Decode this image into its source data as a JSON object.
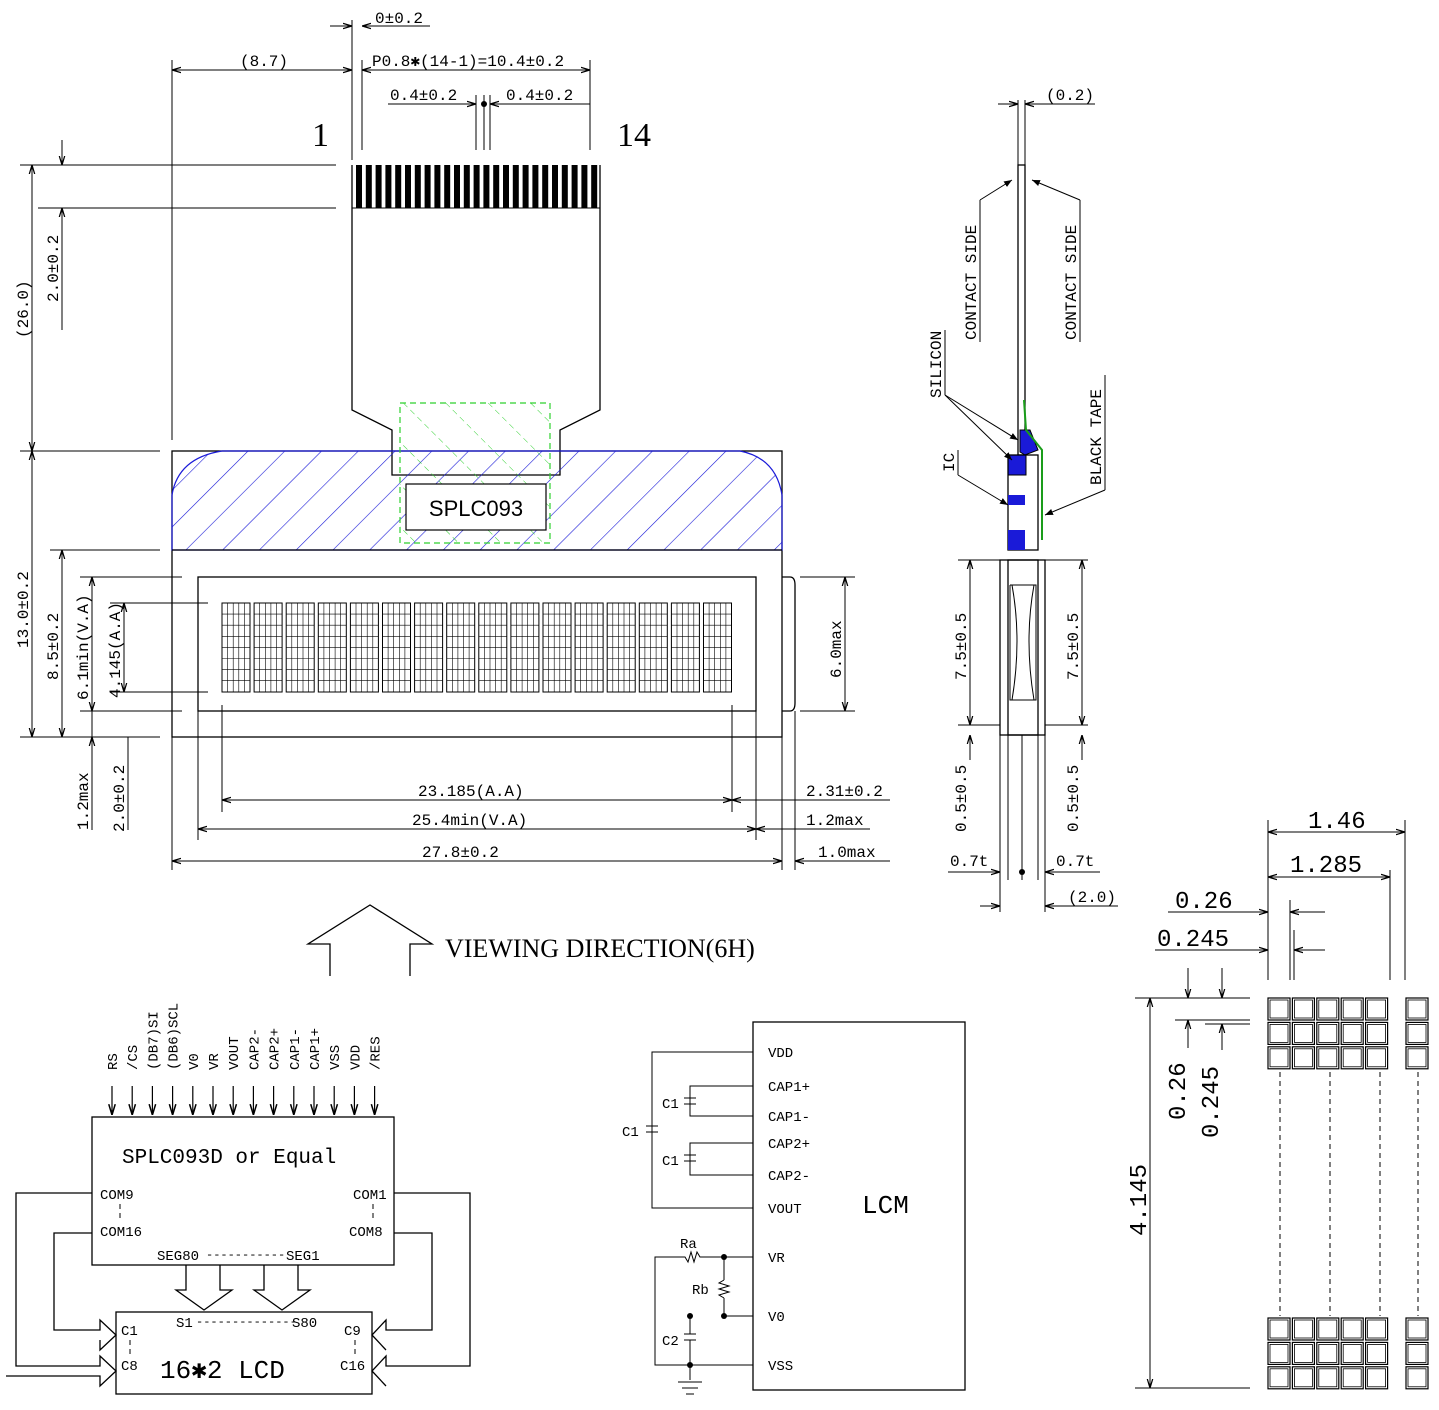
{
  "top_dims": {
    "offset": "0±0.2",
    "left_offset": "(8.7)",
    "pitch": "P0.8✱(14-1)=10.4±0.2",
    "pin_left": "0.4±0.2",
    "pin_right": "0.4±0.2",
    "pin_first": "1",
    "pin_last": "14",
    "total_height": "(26.0)",
    "contact_len": "2.0±0.2",
    "glass_height": "13.0±0.2",
    "va_height_total": "8.5±0.2",
    "va_height": "6.1min(V.A)",
    "aa_height": "4.145(A.A)",
    "bottom_max": "1.2max",
    "bottom_offset": "2.0±0.2",
    "aa_width": "23.185(A.A)",
    "va_width": "25.4min(V.A)",
    "glass_width": "27.8±0.2",
    "right_offset": "2.31±0.2",
    "right_max1": "1.2max",
    "right_max2": "1.0max",
    "bezel_max": "6.0max",
    "chip_label": "SPLC093",
    "viewing": "VIEWING DIRECTION(6H)"
  },
  "side_view": {
    "fpc": "(0.2)",
    "contact_side_left": "CONTACT SIDE",
    "contact_side_right": "CONTACT SIDE",
    "silicon": "SILICON",
    "ic": "IC",
    "black_tape": "BLACK TAPE",
    "glass_left": "7.5±0.5",
    "glass_right": "7.5±0.5",
    "lower_left": "0.5±0.5",
    "lower_right": "0.5±0.5",
    "thick_left": "0.7t",
    "thick_right": "0.7t",
    "total": "(2.0)"
  },
  "block": {
    "pins": [
      "RS",
      "/CS",
      "(DB7)SI",
      "(DB6)SCL",
      "V0",
      "VR",
      "VOUT",
      "CAP2-",
      "CAP2+",
      "CAP1-",
      "CAP1+",
      "VSS",
      "VDD",
      "/RES"
    ],
    "chip": "SPLC093D or Equal",
    "com9": "COM9",
    "com16": "COM16",
    "com1": "COM1",
    "com8": "COM8",
    "seg": "SEG80",
    "seg_sep": "-----------",
    "seg1": "SEG1",
    "s1": "S1",
    "s_sep": "--------------",
    "s80": "S80",
    "c1": "C1",
    "c8": "C8",
    "c9": "C9",
    "c16": "C16",
    "lcd": "16✱2 LCD"
  },
  "circuit": {
    "pins": [
      "VDD",
      "CAP1+",
      "CAP1-",
      "CAP2+",
      "CAP2-",
      "VOUT",
      "VR",
      "V0",
      "VSS"
    ],
    "lcm": "LCM",
    "c1a": "C1",
    "c1b": "C1",
    "c1c": "C1",
    "c2": "C2",
    "ra": "Ra",
    "rb": "Rb"
  },
  "dot_detail": {
    "w_total": "1.46",
    "w_inner": "1.285",
    "gap1": "0.26",
    "gap2": "0.245",
    "vgap1": "0.26",
    "vgap2": "0.245",
    "height": "4.145"
  }
}
